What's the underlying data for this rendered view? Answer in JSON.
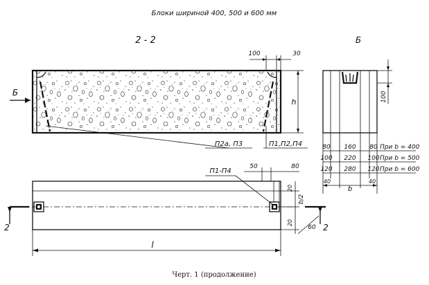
{
  "header": {
    "title": "Блоки шириной 400, 500 и 600 мм"
  },
  "section_view": {
    "label": "2 - 2",
    "arrow_label": "Б",
    "dim_100": "100",
    "dim_30": "30",
    "dim_h": "h",
    "callout_left": "П2а, П3",
    "callout_right": "П1,П2,П4"
  },
  "view_b": {
    "label": "Б",
    "dim_vertical": "100",
    "rows": [
      {
        "a": "80",
        "b": "160",
        "c": "80",
        "note": "При b = 400"
      },
      {
        "a": "100",
        "b": "220",
        "c": "100",
        "note": "При b = 500"
      },
      {
        "a": "120",
        "b": "280",
        "c": "120",
        "note": "При b = 600"
      }
    ],
    "dim_40_left": "40",
    "dim_b": "b",
    "dim_40_right": "40"
  },
  "plan_view": {
    "callout": "П1-П4",
    "dim_50": "50",
    "dim_80": "80",
    "dim_20_top": "20",
    "dim_b_half": "b/2",
    "dim_20_bottom": "20",
    "dim_60": "60",
    "section_mark_left": "2",
    "section_mark_right": "2",
    "dim_l": "l"
  },
  "caption": {
    "text": "Черт. 1 (продолжение)"
  }
}
